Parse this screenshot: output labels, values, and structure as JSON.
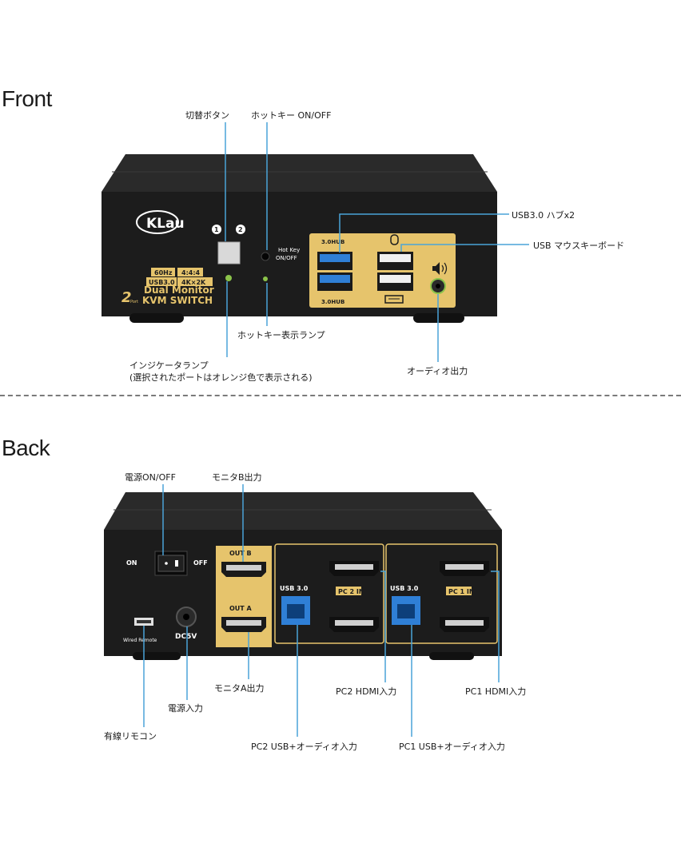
{
  "front": {
    "title": "Front",
    "brand": "KLau",
    "badge_60hz": "60Hz",
    "badge_444": "4:4:4",
    "badge_usb": "USB3.0",
    "badge_4k": "4K×2K",
    "dual_monitor": "Dual Monitor",
    "kvm_switch": "KVM SWITCH",
    "port_count": "2",
    "port_word": "Port",
    "port1": "1",
    "port2": "2",
    "hotkey_label_1": "Hot Key",
    "hotkey_label_2": "ON/OFF",
    "hub_label_top": "3.0HUB",
    "hub_label_bottom": "3.0HUB",
    "callouts": {
      "switch_button": "切替ボタン",
      "hotkey_onoff": "ホットキー ON/OFF",
      "usb_hub": "USB3.0 ハブx2",
      "usb_mouse_kb": "USB マウスキーボード",
      "hotkey_lamp": "ホットキー表示ランプ",
      "indicator_lamp_1": "インジケータランプ",
      "indicator_lamp_2": "(選択されたポートはオレンジ色で表示される)",
      "audio_out": "オーディオ出力"
    }
  },
  "back": {
    "title": "Back",
    "on_label": "ON",
    "off_label": "OFF",
    "dc_label": "DC5V",
    "wired_remote": "Wired Remote",
    "out_b": "OUT B",
    "out_a": "OUT A",
    "usb30_pc2": "USB 3.0",
    "usb30_pc1": "USB 3.0",
    "pc2_in": "PC 2 IN",
    "pc1_in": "PC 1 IN",
    "callouts": {
      "power_onoff": "電源ON/OFF",
      "monitor_b_out": "モニタB出力",
      "monitor_a_out": "モニタA出力",
      "power_in": "電源入力",
      "wired_remote": "有線リモコン",
      "pc2_hdmi_in": "PC2 HDMI入力",
      "pc1_hdmi_in": "PC1 HDMI入力",
      "pc2_usb_audio_in": "PC2 USB+オーディオ入力",
      "pc1_usb_audio_in": "PC1 USB+オーディオ入力"
    }
  },
  "colors": {
    "device_body": "#1c1c1c",
    "gold_panel": "#e6c46c",
    "usb_blue": "#2f7fd6",
    "callout_line": "#4aa3d8",
    "led_green": "#8bc34a"
  }
}
